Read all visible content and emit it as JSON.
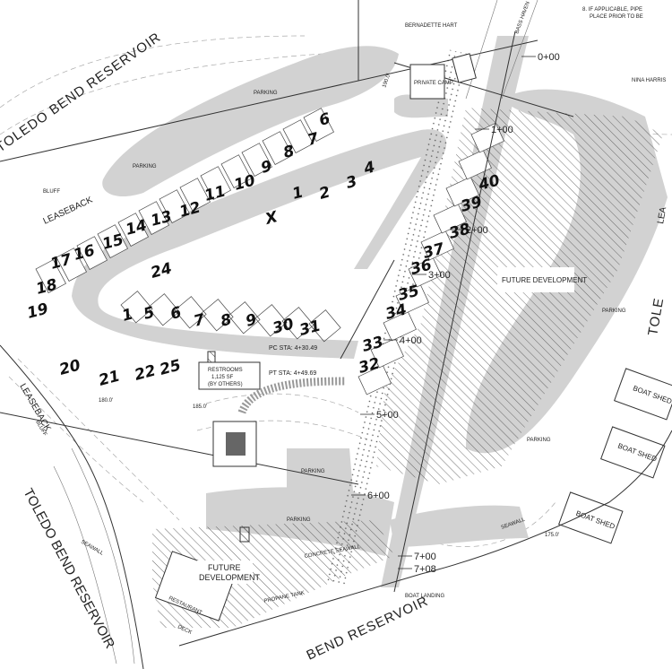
{
  "notes": {
    "line1": "8. IF APPLICABLE, PIPE",
    "line2": "PLACE PRIOR TO BE"
  },
  "owners": {
    "north": "BERNADETTE HART",
    "east": "NINA HARRIS"
  },
  "water": {
    "label_nw": "TOLEDO BEND RESERVOIR",
    "label_sw": "TOLEDO BEND RESERVOIR",
    "label_s": "BEND RESERVOIR",
    "label_e": "TOLE"
  },
  "road": {
    "name": "BASS HAVEN"
  },
  "labels": {
    "leaseback_1": "LEASEBACK",
    "leaseback_2": "LEASEBACK",
    "leaseback_3": "LEA",
    "bluff_1": "BLUFF",
    "bluff_2": "BLUFF",
    "private_camp": "PRIVATE CAMP",
    "parking_1": "PARKING",
    "parking_2": "PARKING",
    "parking_3": "PARKING",
    "parking_4": "PARKING",
    "parking_5": "PARKING",
    "parking_6": "PARKING",
    "future_dev_1": "FUTURE DEVELOPMENT",
    "future_dev_2_line1": "FUTURE",
    "future_dev_2_line2": "DEVELOPMENT",
    "restrooms_line1": "RESTROOMS",
    "restrooms_line2": "1,125 SF",
    "restrooms_line3": "(BY OTHERS)",
    "boat_shed_1": "BOAT SHED",
    "boat_shed_2": "BOAT SHED",
    "boat_shed_3": "BOAT SHED",
    "boat_landing": "BOAT LANDING",
    "restaurant": "RESTAURANT",
    "deck": "DECK",
    "seawall_1": "SEAWALL",
    "seawall_2": "SEAWALL",
    "propane_tank": "PROPANE TANK",
    "concrete_seawall": "CONCRETE SEAWALL",
    "pc_sta": "PC STA: 4+30.49",
    "pt_sta": "PT STA: 4+49.69",
    "contour_175": "175.0'",
    "contour_180": "180.0'",
    "contour_185": "185.0'",
    "contour_190": "190.0'"
  },
  "stations": [
    "0+00",
    "1+00",
    "2+00",
    "3+00",
    "4+00",
    "5+00",
    "6+00",
    "7+00",
    "7+08"
  ],
  "lots_handwritten": [
    "6",
    "7",
    "8",
    "9",
    "10",
    "11",
    "12",
    "13",
    "14",
    "15",
    "16",
    "17",
    "18",
    "19",
    "20",
    "21",
    "22",
    "25",
    "24",
    "1",
    "5",
    "6",
    "7",
    "8",
    "9",
    "30",
    "31",
    "1",
    "2",
    "3",
    "4",
    "X",
    "32",
    "33",
    "34",
    "35",
    "36",
    "37",
    "38",
    "39",
    "40"
  ],
  "colors": {
    "paved": "#d2d2d2",
    "lines": "#333333",
    "hatch": "#444444"
  }
}
